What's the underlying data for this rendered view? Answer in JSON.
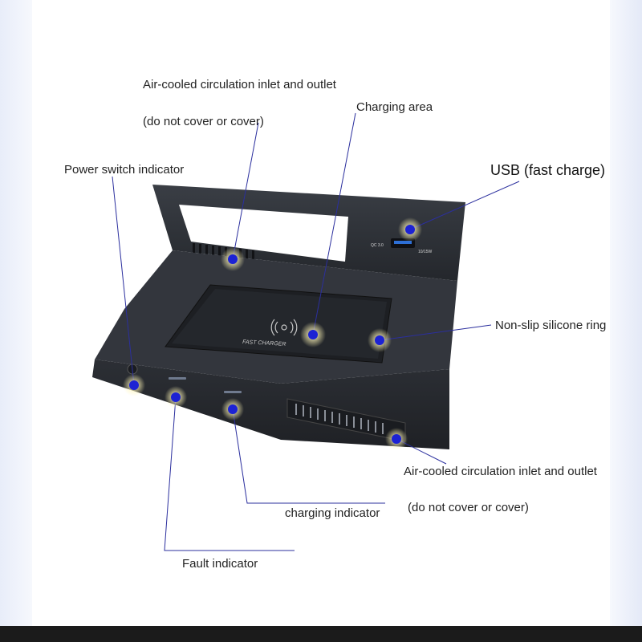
{
  "labels": {
    "inlet_top_line1": "Air-cooled circulation inlet and outlet",
    "inlet_top_line2": "(do not cover or cover)",
    "charging_area": "Charging area",
    "power_switch_indicator": "Power switch indicator",
    "usb_fast_charge": "USB (fast charge)",
    "non_slip_ring": "Non-slip silicone ring",
    "inlet_bottom_line1": "Air-cooled circulation inlet and outlet",
    "inlet_bottom_line2": "(do not cover or cover)",
    "charging_indicator": "charging indicator",
    "fault_indicator": "Fault indicator"
  },
  "device": {
    "pad_text": "FAST CHARGER",
    "port_left_text": "QC 3.0",
    "port_right_text": "10/15W"
  },
  "colors": {
    "background": "#ffffff",
    "callout_line": "#2b2f9e",
    "callout_dot": "#1c22d4",
    "device_body": "#2b2f35",
    "bottom_bar": "#1b1b1b"
  }
}
